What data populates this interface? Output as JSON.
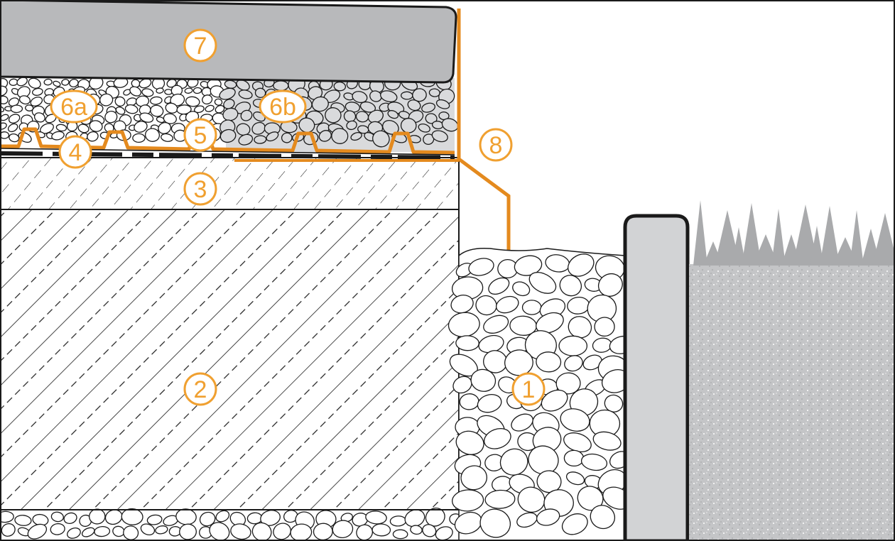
{
  "diagram": {
    "colors": {
      "accent": "#f0a030",
      "accent_dark": "#e48a1e",
      "outline": "#1a1a1a",
      "slab_fill": "#b8b9bb",
      "edge_fill": "#d2d3d5",
      "soil_fill": "#c4c5c7",
      "grass_fill": "#a9aaac"
    },
    "callouts": [
      {
        "label": "1"
      },
      {
        "label": "2"
      },
      {
        "label": "3"
      },
      {
        "label": "4"
      },
      {
        "label": "5"
      },
      {
        "label": "6a"
      },
      {
        "label": "6b"
      },
      {
        "label": "7"
      },
      {
        "label": "8"
      }
    ]
  }
}
